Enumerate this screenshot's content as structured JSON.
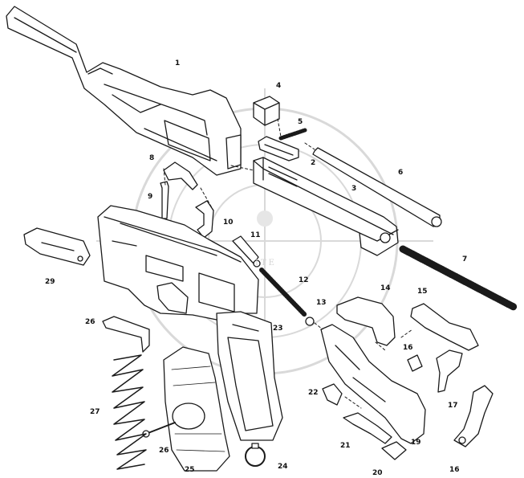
{
  "diagram": {
    "parts": [
      {
        "id": "1",
        "label": "1"
      },
      {
        "id": "2",
        "label": "2"
      },
      {
        "id": "3",
        "label": "3"
      },
      {
        "id": "4",
        "label": "4"
      },
      {
        "id": "5",
        "label": "5"
      },
      {
        "id": "6",
        "label": "6"
      },
      {
        "id": "7",
        "label": "7"
      },
      {
        "id": "8",
        "label": "8"
      },
      {
        "id": "9",
        "label": "9"
      },
      {
        "id": "10",
        "label": "10"
      },
      {
        "id": "11",
        "label": "11"
      },
      {
        "id": "12",
        "label": "12"
      },
      {
        "id": "13",
        "label": "13"
      },
      {
        "id": "14",
        "label": "14"
      },
      {
        "id": "15",
        "label": "15"
      },
      {
        "id": "16a",
        "label": "16"
      },
      {
        "id": "16b",
        "label": "16"
      },
      {
        "id": "17",
        "label": "17"
      },
      {
        "id": "19",
        "label": "19"
      },
      {
        "id": "20",
        "label": "20"
      },
      {
        "id": "21",
        "label": "21"
      },
      {
        "id": "22",
        "label": "22"
      },
      {
        "id": "23",
        "label": "23"
      },
      {
        "id": "24",
        "label": "24"
      },
      {
        "id": "25",
        "label": "25"
      },
      {
        "id": "26a",
        "label": "26"
      },
      {
        "id": "26b",
        "label": "26"
      },
      {
        "id": "27",
        "label": "27"
      },
      {
        "id": "29",
        "label": "29"
      }
    ],
    "watermark_text": "ITE"
  }
}
